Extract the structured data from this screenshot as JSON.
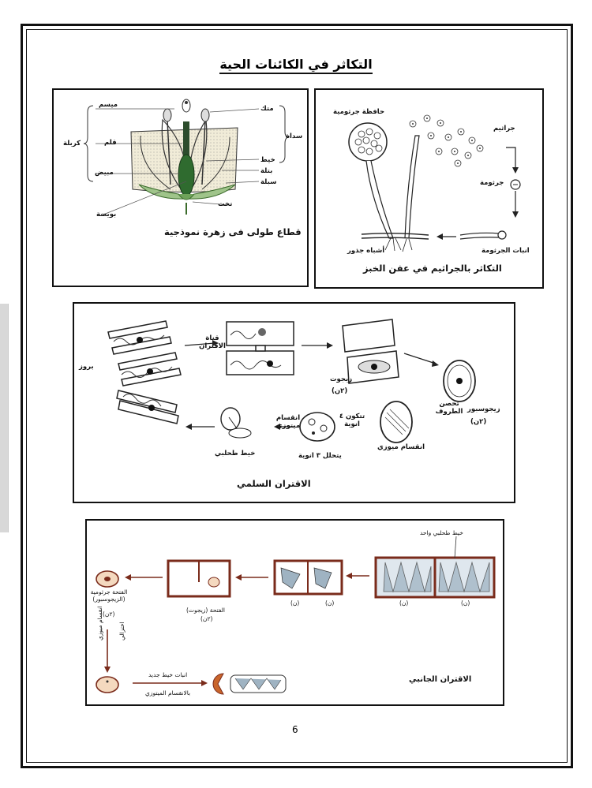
{
  "page": {
    "title": "التكاثر في الكائنات الحية",
    "number": "6"
  },
  "flower_panel": {
    "caption": "قطاع طولى فى زهرة نموذجية",
    "labels": {
      "stigma": "ميسم",
      "style": "قلم",
      "ovary": "مبيض",
      "ovule": "بويضة",
      "carpel": "كربلة",
      "anther": "متك",
      "stamen": "سداة",
      "filament": "خيط",
      "petal": "بتلة",
      "sepal": "سبلة",
      "receptacle": "تخت"
    }
  },
  "mold_panel": {
    "caption": "التكاثر بالجراثيم في عفن الخبز",
    "labels": {
      "sporangium": "حافظة جرثومية",
      "spores": "جراثيم",
      "spore": "جرثومة",
      "germination": "انبات الجرثومة",
      "rhizoids": "أشباه جذور"
    }
  },
  "scalariform_panel": {
    "caption": "الاقتران السلمي",
    "labels": {
      "protrusion": "بروز",
      "conjugation_canal": "قناة الاقتران",
      "zygote": "زيجوت",
      "zygote_ploidy": "(٢ن)",
      "thick_walls": "تحصن الطروف",
      "zygospore": "زيجوسبور",
      "zygospore_ploidy": "(٢ن)",
      "meiosis": "انقسام ميوزي",
      "four_nuclei": "تتكون ٤ انوية",
      "three_degenerate": "يتحلل ٣ انوية",
      "mitosis": "انقسام ميتوزي",
      "filament": "خيط طحلبي"
    }
  },
  "lateral_panel": {
    "caption": "الاقتران الجانبي",
    "labels": {
      "one_filament": "خيط طحلبي واحد",
      "n": "(ن)",
      "zygote_opening": "الفتحة (زيجوت)",
      "zygote_ploidy": "(٢ن)",
      "spore_opening": "الفتحة جرثومية (الزيجوسبور)",
      "spore_ploidy": "(٢ن)",
      "meiosis": "انقسام ميوزي",
      "reduction": "اختزالي",
      "new_filament": "انبات خيط جديد",
      "by_mitosis": "بالانقسام الميتوزي"
    }
  }
}
